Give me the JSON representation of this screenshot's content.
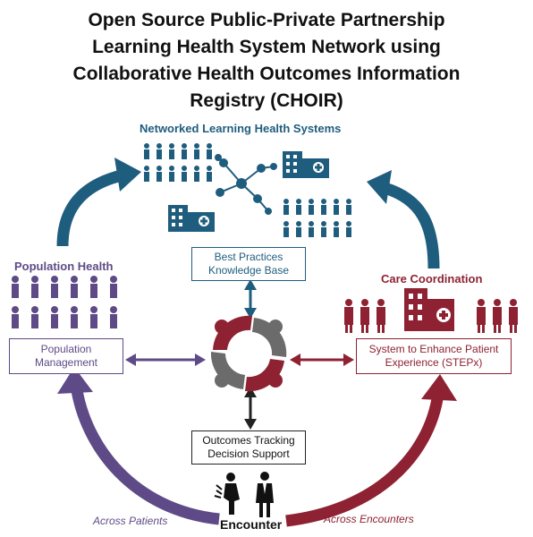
{
  "title": "Open Source Public-Private Partnership\nLearning Health System Network using\nCollaborative Health Outcomes Information\nRegistry (CHOIR)",
  "sections": {
    "networked": "Networked Learning Health Systems",
    "population_health": "Population Health",
    "care_coordination": "Care Coordination"
  },
  "boxes": {
    "best_practices": "Best Practices\nKnowledge Base",
    "population_management": "Population\nManagement",
    "steps": "System to Enhance Patient\nExperience (STEPx)",
    "outcomes": "Outcomes Tracking\nDecision Support"
  },
  "labels": {
    "encounter": "Encounter",
    "across_patients": "Across Patients",
    "across_encounters": "Across Encounters"
  },
  "colors": {
    "blue": "#1f5d7e",
    "purple": "#5e4a86",
    "red": "#8e2232",
    "gray": "#6b6b6b",
    "dark": "#222222"
  }
}
